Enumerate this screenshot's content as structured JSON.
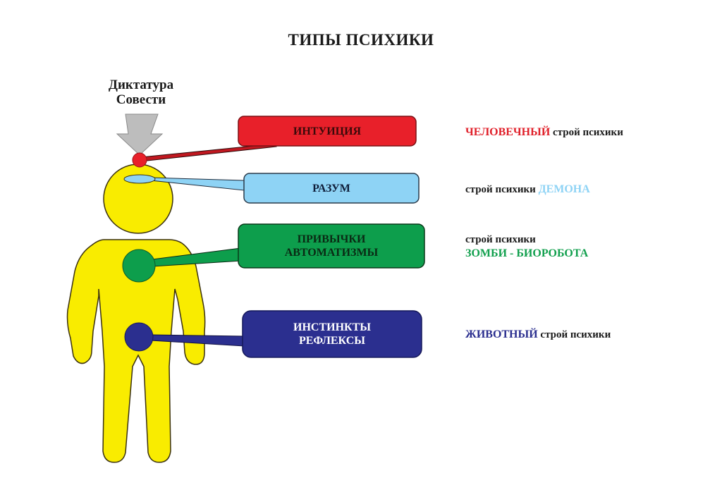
{
  "title": "ТИПЫ ПСИХИКИ",
  "caption": {
    "line1": "Диктатура",
    "line2": "Совести"
  },
  "colors": {
    "figure": "#f9ec00",
    "outline": "#3a3010",
    "arrow": "#bdbdbd",
    "intuition": "#e8202a",
    "reason": "#8ed3f5",
    "habits": "#0d9e4c",
    "instincts": "#2b2f8f"
  },
  "levels": [
    {
      "id": "intuition",
      "box_lines": [
        "ИНТУИЦИЯ"
      ],
      "desc_highlight": "ЧЕЛОВЕЧНЫЙ",
      "desc_rest": " строй психики",
      "highlight_first": true
    },
    {
      "id": "reason",
      "box_lines": [
        "РАЗУМ"
      ],
      "desc_prefix": "строй психики ",
      "desc_highlight": "ДЕМОНА",
      "highlight_first": false
    },
    {
      "id": "habits",
      "box_lines": [
        "ПРИВЫЧКИ",
        "АВТОМАТИЗМЫ"
      ],
      "desc_prefix": "строй психики",
      "desc_highlight": "ЗОМБИ - БИОРОБОТА",
      "highlight_first": false
    },
    {
      "id": "instincts",
      "box_lines": [
        "ИНСТИНКТЫ",
        "РЕФЛЕКСЫ"
      ],
      "desc_highlight": "ЖИВОТНЫЙ",
      "desc_rest": " строй психики",
      "highlight_first": true
    }
  ]
}
